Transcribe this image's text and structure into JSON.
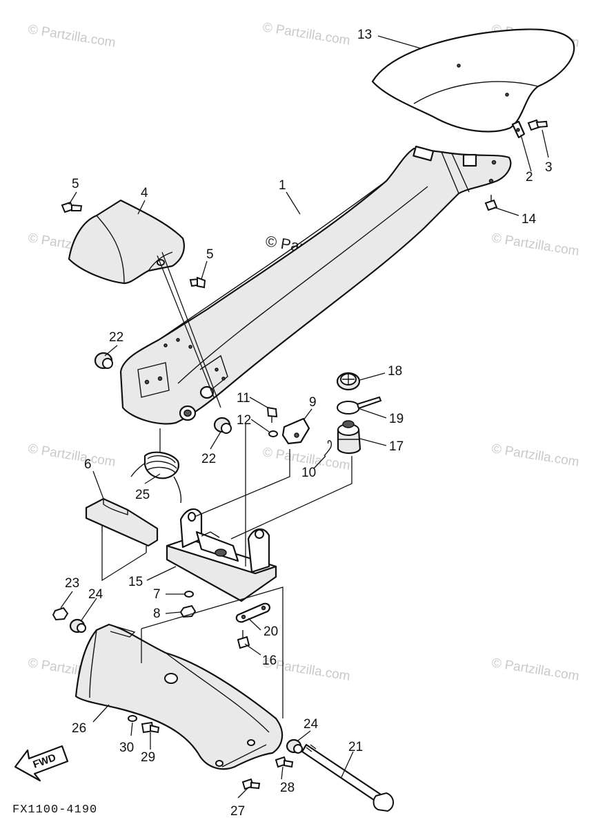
{
  "diagram": {
    "watermark": "© Partzilla.com",
    "diagram_code": "FX1100-4190",
    "fwd_label": "FWD",
    "callouts": {
      "p1": "1",
      "p2": "2",
      "p3": "3",
      "p4": "4",
      "p5a": "5",
      "p5b": "5",
      "p6": "6",
      "p7": "7",
      "p8": "8",
      "p9": "9",
      "p10": "10",
      "p11": "11",
      "p12": "12",
      "p13": "13",
      "p14": "14",
      "p15": "15",
      "p16": "16",
      "p17": "17",
      "p18": "18",
      "p19": "19",
      "p20": "20",
      "p21": "21",
      "p22a": "22",
      "p22b": "22",
      "p23": "23",
      "p24a": "24",
      "p24b": "24",
      "p25": "25",
      "p26": "26",
      "p27": "27",
      "p28": "28",
      "p29": "29",
      "p30": "30"
    }
  }
}
